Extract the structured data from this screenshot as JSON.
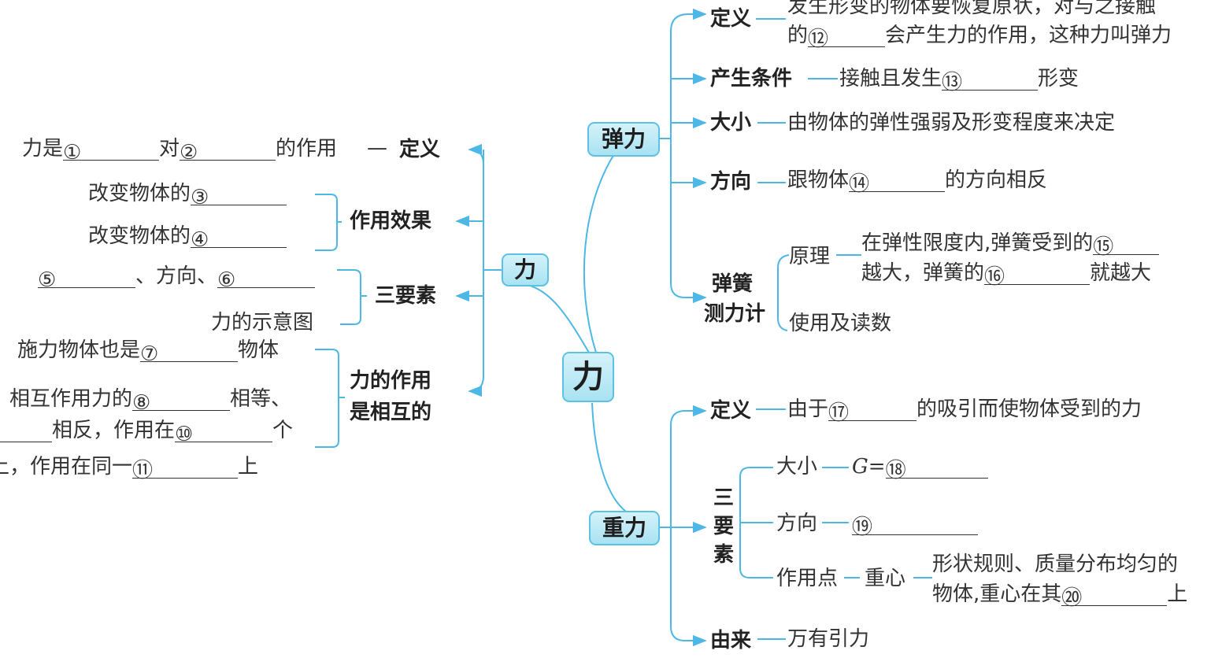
{
  "root": {
    "label": "力"
  },
  "left": {
    "hub": "力",
    "definition": {
      "label": "定义",
      "text": [
        "力是",
        "①",
        "对",
        "②",
        "的作用"
      ]
    },
    "effect": {
      "label": "作用效果",
      "lines": [
        [
          "改变物体的",
          "③"
        ],
        [
          "改变物体的",
          "④"
        ]
      ]
    },
    "elements": {
      "label": "三要素",
      "lines": [
        [
          "⑤",
          "、方向、",
          "⑥"
        ],
        [
          "力的示意图"
        ]
      ]
    },
    "mutual": {
      "label_line1": "力的作用",
      "label_line2": "是相互的",
      "lines": [
        [
          "施力物体也是",
          "⑦",
          "物体"
        ],
        [
          "相互作用力的",
          "⑧",
          "相等、"
        ],
        [
          "相反，作用在",
          "⑩",
          "个"
        ],
        [
          "上，作用在同一",
          "⑪",
          "上"
        ]
      ]
    }
  },
  "elastic": {
    "label": "弹力",
    "definition": {
      "label": "定义",
      "line1": "发生形变的物体要恢复原状，对与之接触",
      "line2": [
        "的",
        "⑫",
        "会产生力的作用，这种力叫弹力"
      ]
    },
    "condition": {
      "label": "产生条件",
      "text": [
        "接触且发生",
        "⑬",
        "形变"
      ]
    },
    "size": {
      "label": "大小",
      "text": "由物体的弹性强弱及形变程度来决定"
    },
    "direction": {
      "label": "方向",
      "text": [
        "跟物体",
        "⑭",
        "的方向相反"
      ]
    },
    "meter": {
      "label_line1": "弹簧",
      "label_line2": "测力计",
      "principle": {
        "label": "原理",
        "line1": [
          "在弹性限度内,弹簧受到的",
          "⑮"
        ],
        "line2": [
          "越大，弹簧的",
          "⑯",
          "就越大"
        ]
      },
      "usage": "使用及读数"
    }
  },
  "gravity": {
    "label": "重力",
    "definition": {
      "label": "定义",
      "text": [
        "由于",
        "⑰",
        "的吸引而使物体受到的力"
      ]
    },
    "elements": {
      "label": [
        "三",
        "要",
        "素"
      ],
      "size": {
        "label": "大小",
        "formula": "G=",
        "num": "⑱"
      },
      "direction": {
        "label": "方向",
        "num": "⑲"
      },
      "point": {
        "label": "作用点",
        "sub": "重心",
        "line1": "形状规则、质量分布均匀的",
        "line2": [
          "物体,重心在其",
          "⑳",
          "上"
        ]
      }
    },
    "origin": {
      "label": "由来",
      "text": "万有引力"
    }
  },
  "colors": {
    "line": "#4db8e6",
    "node_fill": "#bfeaf6",
    "node_border": "#5bc2e2"
  }
}
